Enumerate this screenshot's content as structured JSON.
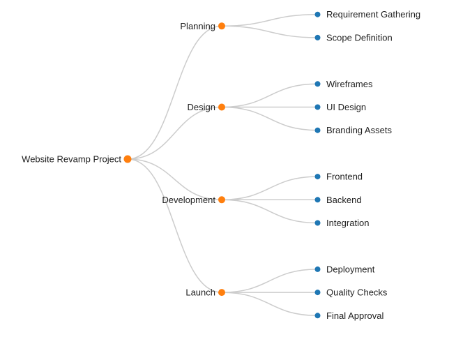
{
  "chart": {
    "type": "tree",
    "orientation": "left-to-right",
    "background_color": "#ffffff",
    "edge_color": "#cccccc",
    "label_color": "#1f1f1f",
    "node_colors": {
      "root": "#ff7f0e",
      "branch": "#ff7f0e",
      "leaf": "#1f77b4"
    },
    "tree": {
      "label": "Website Revamp Project",
      "children": [
        {
          "label": "Planning",
          "children": [
            {
              "label": "Requirement Gathering"
            },
            {
              "label": "Scope Definition"
            }
          ]
        },
        {
          "label": "Design",
          "children": [
            {
              "label": "Wireframes"
            },
            {
              "label": "UI Design"
            },
            {
              "label": "Branding Assets"
            }
          ]
        },
        {
          "label": "Development",
          "children": [
            {
              "label": "Frontend"
            },
            {
              "label": "Backend"
            },
            {
              "label": "Integration"
            }
          ]
        },
        {
          "label": "Launch",
          "children": [
            {
              "label": "Deployment"
            },
            {
              "label": "Quality Checks"
            },
            {
              "label": "Final Approval"
            }
          ]
        }
      ]
    }
  }
}
